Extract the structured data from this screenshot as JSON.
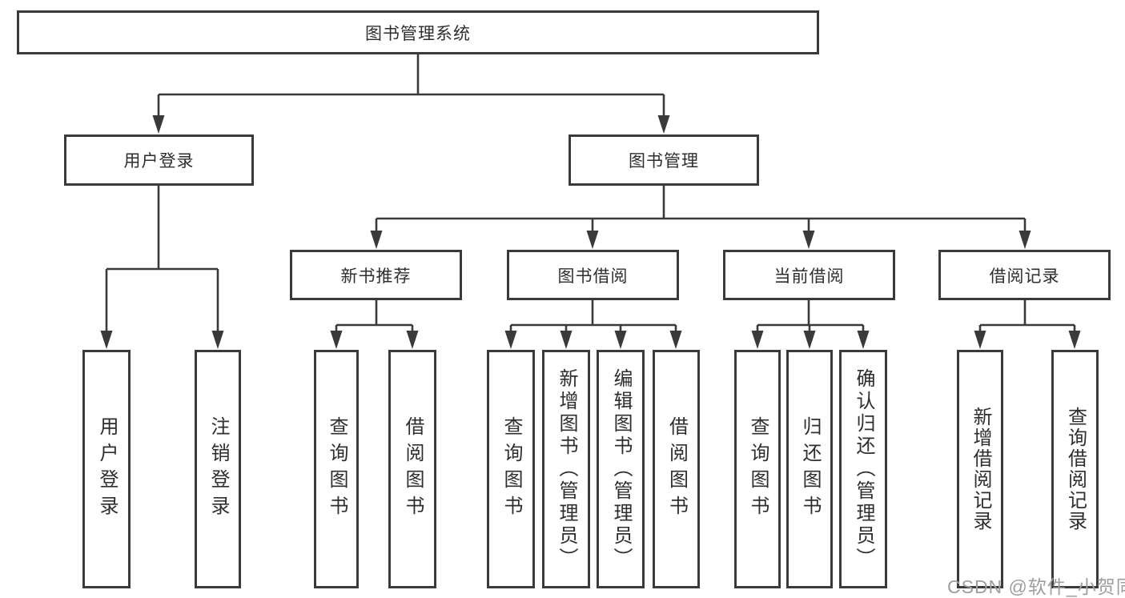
{
  "tree": {
    "root": {
      "label": "图书管理系统",
      "children": [
        {
          "label": "用户登录",
          "children": [
            {
              "label": "用户登录"
            },
            {
              "label": "注销登录"
            }
          ]
        },
        {
          "label": "图书管理",
          "children": [
            {
              "label": "新书推荐",
              "children": [
                {
                  "label": "查询图书"
                },
                {
                  "label": "借阅图书"
                }
              ]
            },
            {
              "label": "图书借阅",
              "children": [
                {
                  "label": "查询图书"
                },
                {
                  "label": "新增图书（管理员）"
                },
                {
                  "label": "编辑图书（管理员）"
                },
                {
                  "label": "借阅图书"
                }
              ]
            },
            {
              "label": "当前借阅",
              "children": [
                {
                  "label": "查询图书"
                },
                {
                  "label": "归还图书"
                },
                {
                  "label": "确认归还（管理员）"
                }
              ]
            },
            {
              "label": "借阅记录",
              "children": [
                {
                  "label": "新增借阅记录"
                },
                {
                  "label": "查询借阅记录"
                }
              ]
            }
          ]
        }
      ]
    }
  },
  "watermark": {
    "text": "CSDN @软件_小贺同学"
  },
  "colors": {
    "line": "#3a3a3a",
    "box_border": "#3a3a3a",
    "text": "#2e2e2e",
    "watermark": "#9e9e9e",
    "background": "#ffffff"
  }
}
